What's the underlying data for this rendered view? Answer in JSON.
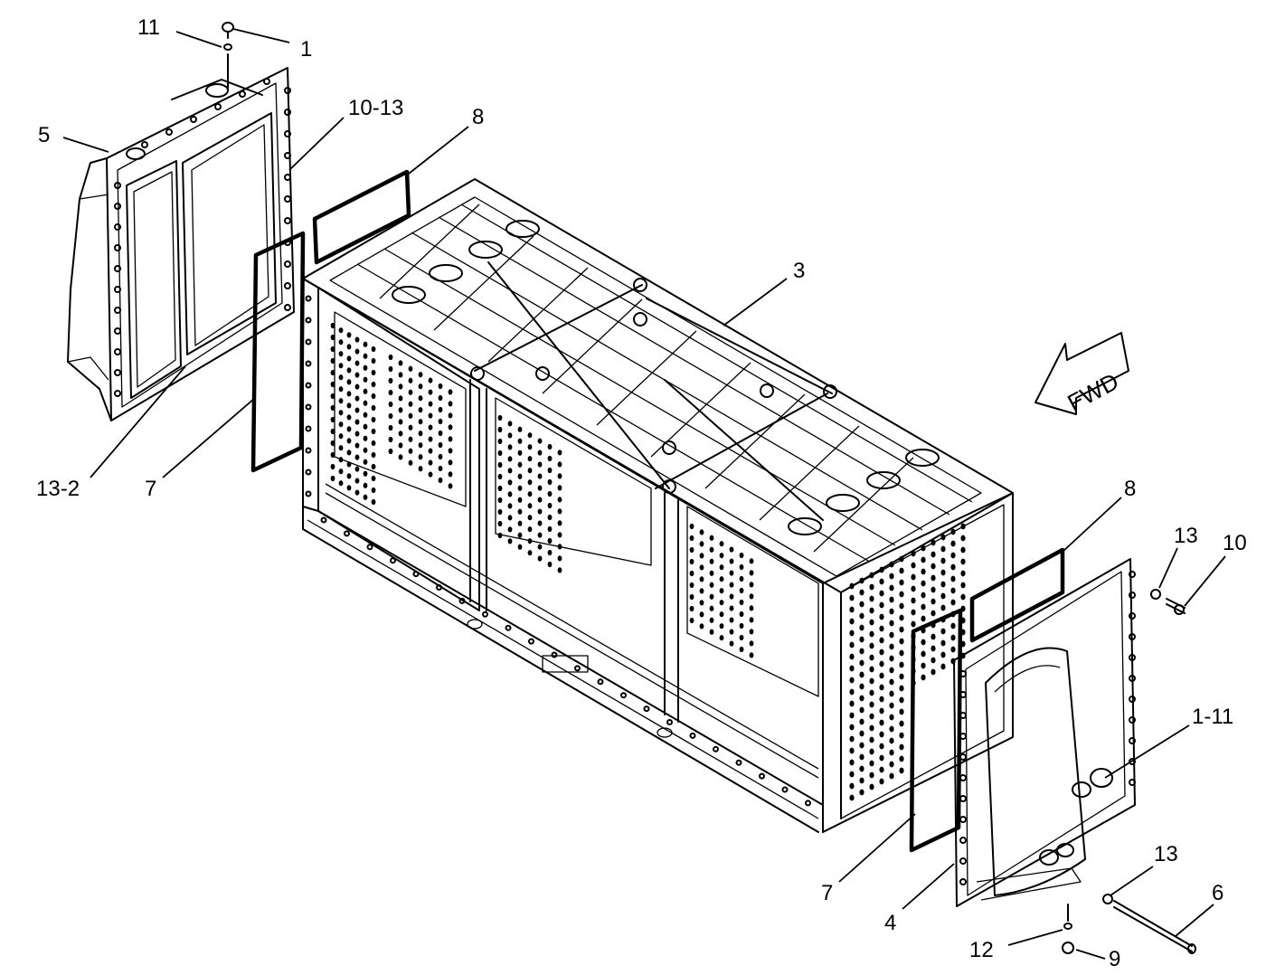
{
  "diagram": {
    "direction_label": "FWD",
    "callouts": [
      {
        "id": "c11-top",
        "label": "11"
      },
      {
        "id": "c1-top",
        "label": "1"
      },
      {
        "id": "c5",
        "label": "5"
      },
      {
        "id": "c10-13",
        "label": "10-13"
      },
      {
        "id": "c8-top",
        "label": "8"
      },
      {
        "id": "c3",
        "label": "3"
      },
      {
        "id": "c13-2",
        "label": "13-2"
      },
      {
        "id": "c7-left",
        "label": "7"
      },
      {
        "id": "c8-right",
        "label": "8"
      },
      {
        "id": "c13-upper",
        "label": "13"
      },
      {
        "id": "c10",
        "label": "10"
      },
      {
        "id": "c1-11",
        "label": "1-11"
      },
      {
        "id": "c7-right",
        "label": "7"
      },
      {
        "id": "c4",
        "label": "4"
      },
      {
        "id": "c13-lower",
        "label": "13"
      },
      {
        "id": "c6",
        "label": "6"
      },
      {
        "id": "c12",
        "label": "12"
      },
      {
        "id": "c9",
        "label": "9"
      }
    ]
  }
}
